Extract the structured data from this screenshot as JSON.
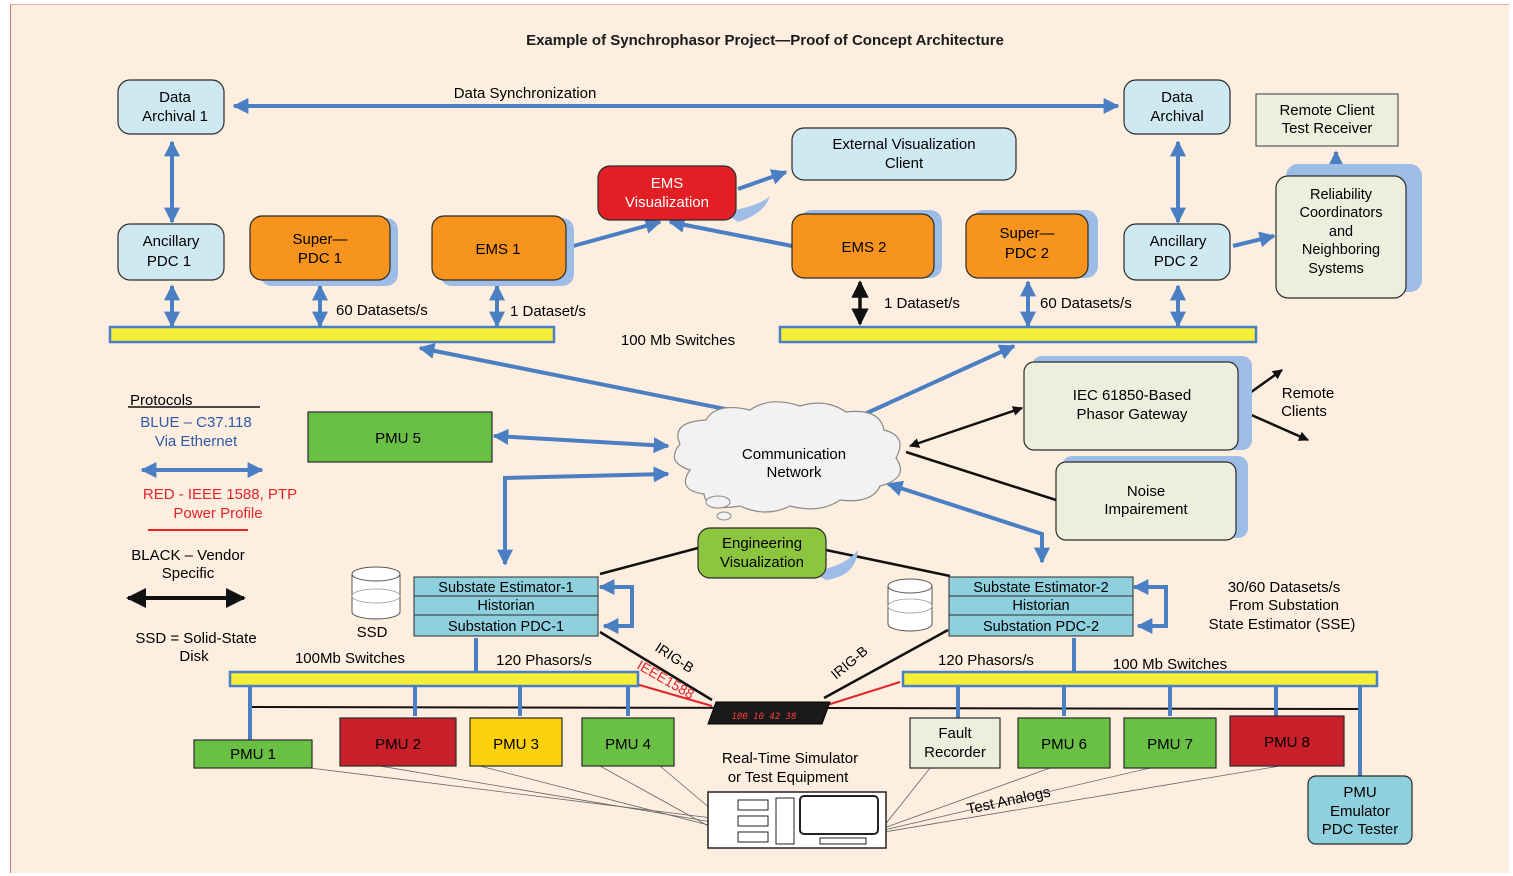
{
  "title": "Example of Synchrophasor Project—Proof of Concept Architecture",
  "nodes": {
    "data_archival_1": [
      "Data",
      "Archival 1"
    ],
    "data_archival_2": [
      "Data",
      "Archival"
    ],
    "remote_client_test_receiver": [
      "Remote Client",
      "Test Receiver"
    ],
    "external_visualization_client": [
      "External Visualization",
      "Client"
    ],
    "ems_visualization": [
      "EMS",
      "Visualization"
    ],
    "ancillary_pdc_1": [
      "Ancillary",
      "PDC 1"
    ],
    "super_pdc_1": [
      "Super—",
      "PDC 1"
    ],
    "ems_1": [
      "EMS 1"
    ],
    "ems_2": [
      "EMS 2"
    ],
    "super_pdc_2": [
      "Super—",
      "PDC 2"
    ],
    "ancillary_pdc_2": [
      "Ancillary",
      "PDC 2"
    ],
    "reliability_coordinators": [
      "Reliability",
      "Coordinators",
      "and",
      "Neighboring",
      "Systems"
    ],
    "pmu_5": [
      "PMU 5"
    ],
    "communication_network": [
      "Communication",
      "Network"
    ],
    "iec_gateway": [
      "IEC 61850-Based",
      "Phasor Gateway"
    ],
    "noise_impairement": [
      "Noise",
      "Impairement"
    ],
    "engineering_visualization": [
      "Engineering",
      "Visualization"
    ],
    "substate_estimator_1": [
      "Substate Estimator-1",
      "Historian",
      "Substation PDC-1"
    ],
    "substate_estimator_2": [
      "Substate Estimator-2",
      "Historian",
      "Substation PDC-2"
    ],
    "ssd_label": "SSD",
    "pmu_1": [
      "PMU 1"
    ],
    "pmu_2": [
      "PMU 2"
    ],
    "pmu_3": [
      "PMU 3"
    ],
    "pmu_4": [
      "PMU 4"
    ],
    "fault_recorder": [
      "Fault",
      "Recorder"
    ],
    "pmu_6": [
      "PMU 6"
    ],
    "pmu_7": [
      "PMU 7"
    ],
    "pmu_8": [
      "PMU 8"
    ],
    "pmu_emulator": [
      "PMU",
      "Emulator",
      "PDC Tester"
    ],
    "real_time_simulator": [
      "Real-Time Simulator",
      "or Test Equipment"
    ],
    "clock_display": "100 10 42 38"
  },
  "edge_labels": {
    "data_synchronization": "Data Synchronization",
    "rate_60_left": "60 Datasets/s",
    "rate_1_left": "1 Dataset/s",
    "rate_1_right": "1 Dataset/s",
    "rate_60_right": "60 Datasets/s",
    "switches_100mb_top": "100 Mb Switches",
    "remote_clients": [
      "Remote",
      "Clients"
    ],
    "sse_rate": [
      "30/60 Datasets/s",
      "From Substation",
      "State Estimator (SSE)"
    ],
    "switches_100mb_left": "100Mb Switches",
    "phasors_left": "120 Phasors/s",
    "phasors_right": "120 Phasors/s",
    "switches_100mb_right": "100 Mb Switches",
    "irig_b_left": "IRIG-B",
    "ieee1588": "IEEE1588",
    "irig_b_right": "IRIG-B",
    "test_analogs": "Test Analogs"
  },
  "legend": {
    "protocols_heading": "Protocols",
    "blue": [
      "BLUE – C37.118",
      "Via Ethernet"
    ],
    "red": [
      "RED - IEEE 1588, PTP",
      "Power Profile"
    ],
    "black": [
      "BLACK – Vendor",
      "Specific"
    ],
    "ssd": [
      "SSD = Solid-State",
      "Disk"
    ]
  },
  "colors": {
    "blue_link": "#4b7fc3",
    "red_link": "#e3242b",
    "black_link": "#111111",
    "light_blue_box": "#cfe9f3",
    "orange_box": "#f7941d",
    "red_box": "#e31e24",
    "green_box": "#6abf45",
    "yellow_box": "#fdd10b",
    "dark_red_box": "#c8202a",
    "cream_box": "#eceede",
    "switch_bar": "#f5ef3a",
    "teal_box": "#8ed0dd"
  }
}
